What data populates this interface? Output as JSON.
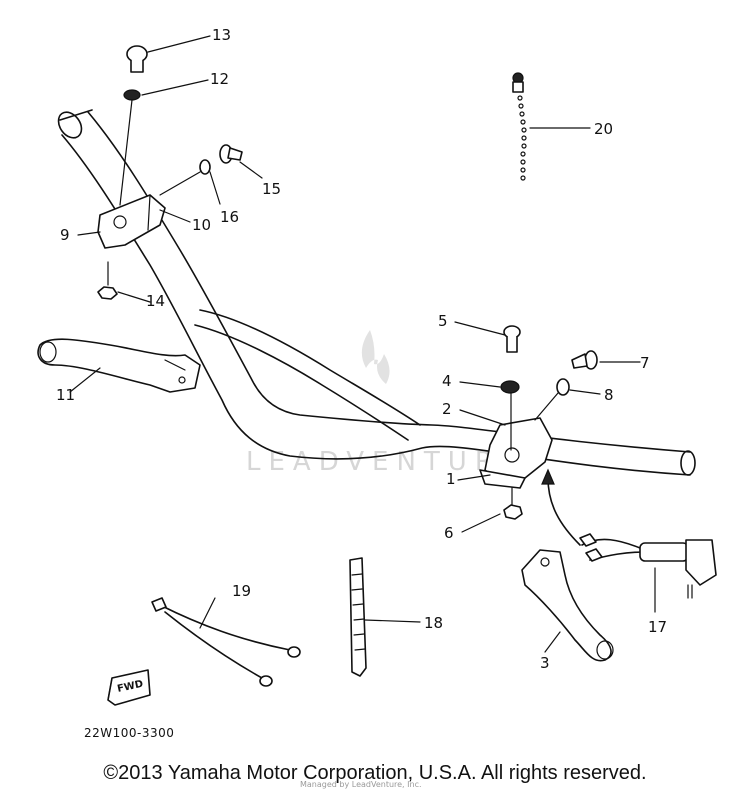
{
  "diagram": {
    "part_code": "22W100-3300",
    "fwd_label": "FWD",
    "callouts": [
      {
        "id": "1",
        "label": "1"
      },
      {
        "id": "2",
        "label": "2"
      },
      {
        "id": "3",
        "label": "3"
      },
      {
        "id": "4",
        "label": "4"
      },
      {
        "id": "5",
        "label": "5"
      },
      {
        "id": "6",
        "label": "6"
      },
      {
        "id": "7",
        "label": "7"
      },
      {
        "id": "8",
        "label": "8"
      },
      {
        "id": "9",
        "label": "9"
      },
      {
        "id": "10",
        "label": "10"
      },
      {
        "id": "11",
        "label": "11"
      },
      {
        "id": "12",
        "label": "12"
      },
      {
        "id": "13",
        "label": "13"
      },
      {
        "id": "14",
        "label": "14"
      },
      {
        "id": "15",
        "label": "15"
      },
      {
        "id": "16",
        "label": "16"
      },
      {
        "id": "17",
        "label": "17"
      },
      {
        "id": "18",
        "label": "18"
      },
      {
        "id": "19",
        "label": "19"
      },
      {
        "id": "20",
        "label": "20"
      }
    ]
  },
  "watermark": {
    "brand": "LEADVENTURE",
    "small": "Managed by LeadVenture, Inc."
  },
  "footer": {
    "copyright": "©2013 Yamaha Motor Corporation, U.S.A. All rights reserved."
  }
}
